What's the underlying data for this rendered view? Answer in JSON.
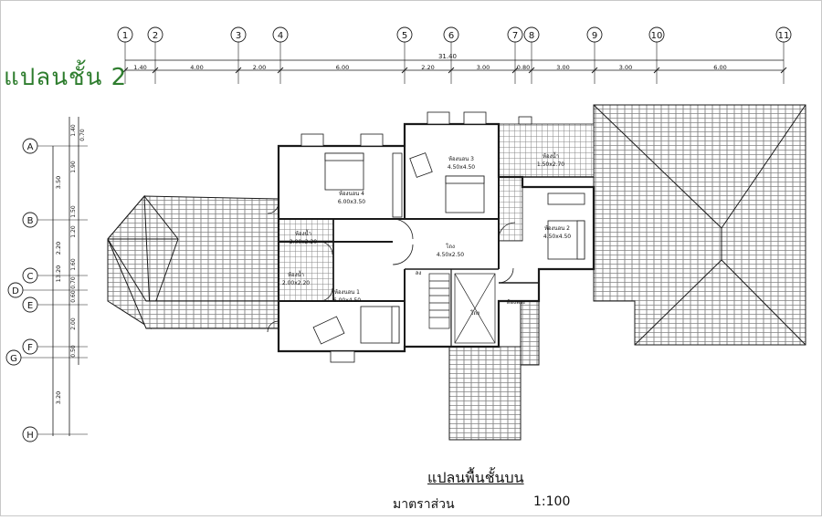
{
  "corner_title": "แปลนชั้น 2",
  "plan_title": "แปลนพื้นชั้นบน",
  "scale": {
    "label": "มาตราส่วน",
    "value": "1:100"
  },
  "grid_columns": [
    "1",
    "2",
    "3",
    "4",
    "5",
    "6",
    "7",
    "8",
    "9",
    "10",
    "11"
  ],
  "grid_rows": [
    "A",
    "B",
    "C",
    "D",
    "E",
    "F",
    "G",
    "H"
  ],
  "overall_dimension": "31.40",
  "top_dimensions": [
    "1.40",
    "4.00",
    "2.00",
    "6.00",
    "2.20",
    "3.00",
    "0.80",
    "3.00",
    "3.00",
    "6.00"
  ],
  "left_dimensions": {
    "outer": [
      "3.50",
      "2.20",
      "13.20",
      "3.20"
    ],
    "inner": [
      "1.40",
      "0.70",
      "1.90",
      "1.50",
      "1.20",
      "1.60",
      "0.70",
      "0.60",
      "2.00",
      "0.50"
    ]
  },
  "rooms": [
    {
      "name": "ห้องนอน 4",
      "size": "6.00x3.50"
    },
    {
      "name": "ห้องนอน 3",
      "size": "4.50x4.50"
    },
    {
      "name": "ห้องนอน 2",
      "size": "4.50x4.50"
    },
    {
      "name": "ห้องนอน 1",
      "size": "6.00x4.50"
    },
    {
      "name": "โถง",
      "size": "4.50x2.50"
    },
    {
      "name": "ห้องน้ำ",
      "size": "2.00x2.20"
    },
    {
      "name": "ห้องน้ำ",
      "size": "2.00x2.20"
    },
    {
      "name": "ห้องน้ำ",
      "size": "1.50x2.70"
    },
    {
      "name": "ห้องพระ",
      "size": ""
    },
    {
      "name": "โถง",
      "size": ""
    },
    {
      "name": "ลง",
      "size": ""
    }
  ],
  "colors": {
    "line": "#1a1a1a",
    "title_green": "#2e7d2e",
    "roof_fill": "#ffffff"
  }
}
